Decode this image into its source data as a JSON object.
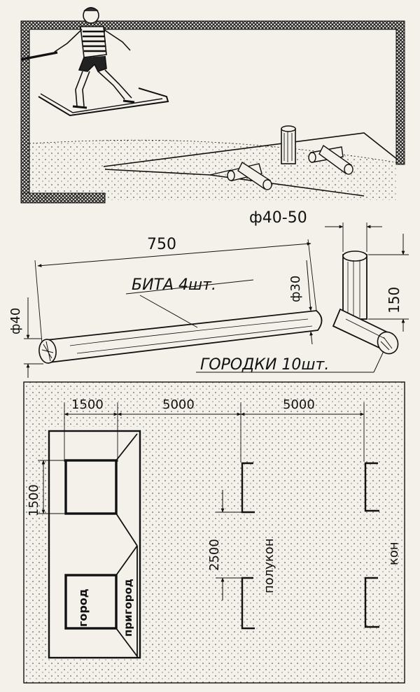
{
  "equipment": {
    "bat_length": "750",
    "bat_diameter_large": "ф40",
    "bat_diameter_small": "ф30",
    "bat_label": "БИТА 4шт.",
    "pin_diameter": "ф40-50",
    "pin_length": "150",
    "pins_label": "ГОРОДКИ 10шт."
  },
  "field": {
    "width_dim": "1500",
    "height_dim": "1500",
    "distance_half": "5000",
    "distance_full": "5000",
    "poluk_gap": "2500",
    "gorod_label": "город",
    "prigorod_label": "пригород",
    "polukon_label": "полукон",
    "kon_label": "кон"
  }
}
